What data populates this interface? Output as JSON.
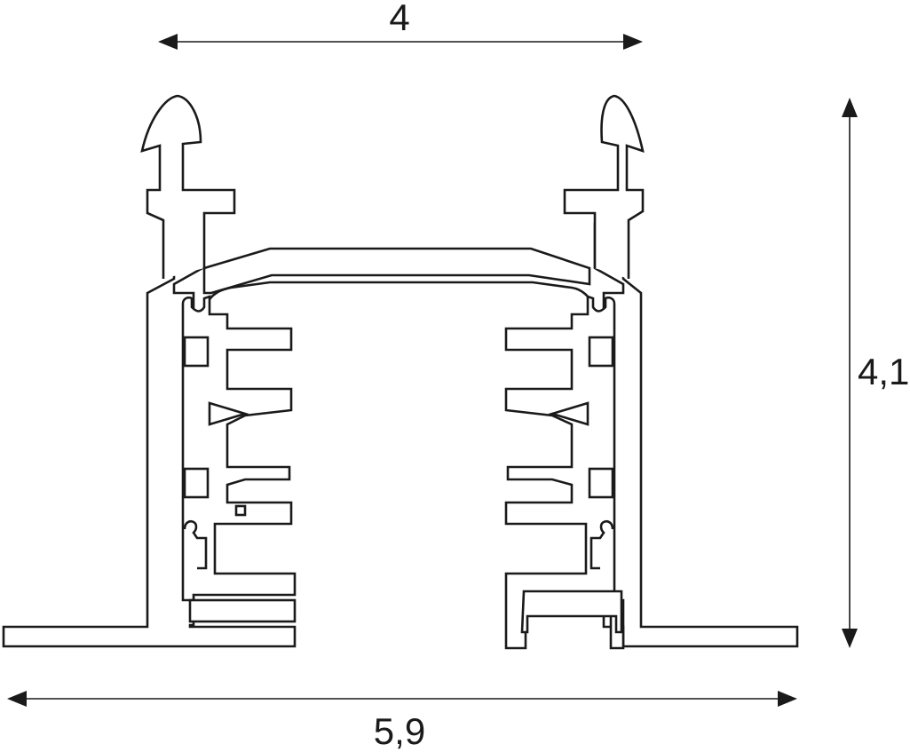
{
  "dimensions": {
    "top_width": "4",
    "overall_width": "5,9",
    "overall_height": "4,1"
  },
  "colors": {
    "line": "#1a1a1a",
    "background": "#ffffff"
  }
}
